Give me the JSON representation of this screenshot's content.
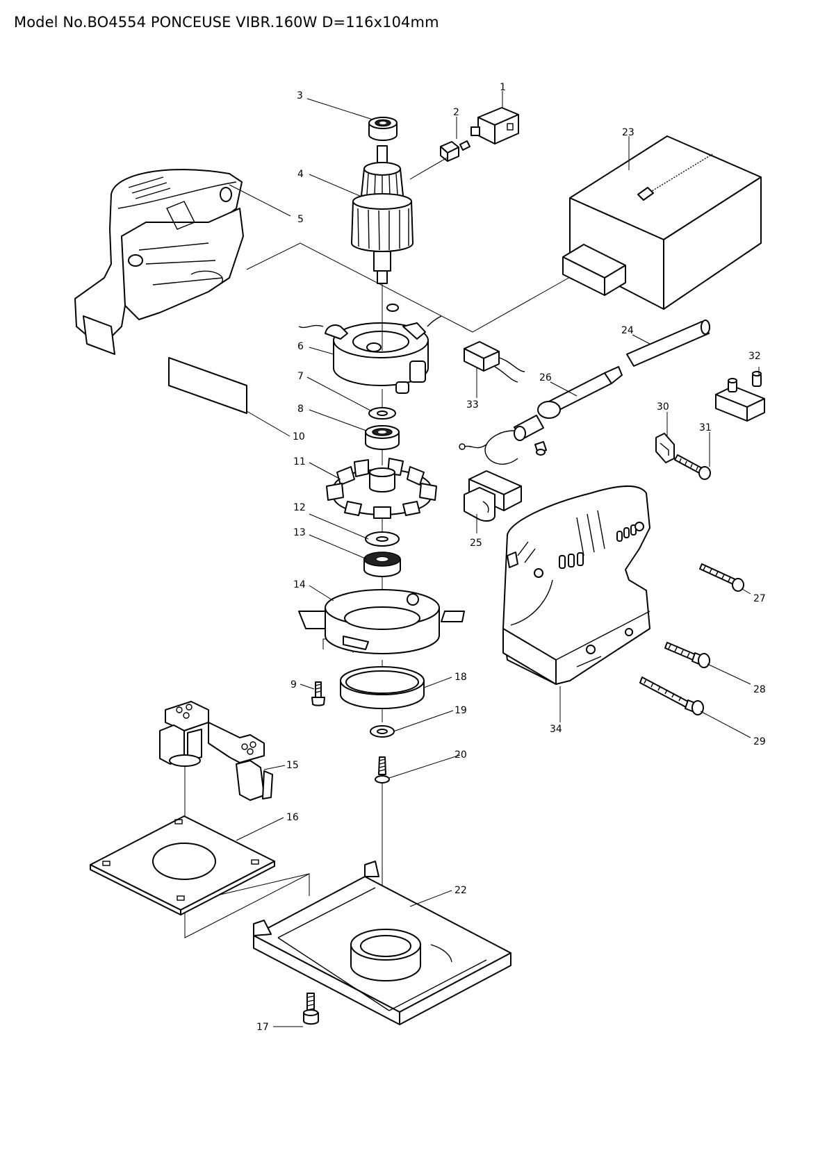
{
  "title": "Model No.BO4554 PONCEUSE VIBR.160W D=116x104mm",
  "callouts": {
    "n1": "1",
    "n2": "2",
    "n3": "3",
    "n4": "4",
    "n5": "5",
    "n6": "6",
    "n7": "7",
    "n8": "8",
    "n9": "9",
    "n10": "10",
    "n11": "11",
    "n12": "12",
    "n13": "13",
    "n14": "14",
    "n15": "15",
    "n16": "16",
    "n17": "17",
    "n18": "18",
    "n19": "19",
    "n20": "20",
    "n22": "22",
    "n23": "23",
    "n24": "24",
    "n25": "25",
    "n26": "26",
    "n27": "27",
    "n28": "28",
    "n29": "29",
    "n30": "30",
    "n31": "31",
    "n32": "32",
    "n33": "33",
    "n34": "34"
  },
  "colors": {
    "line": "#000000",
    "background": "#ffffff"
  }
}
